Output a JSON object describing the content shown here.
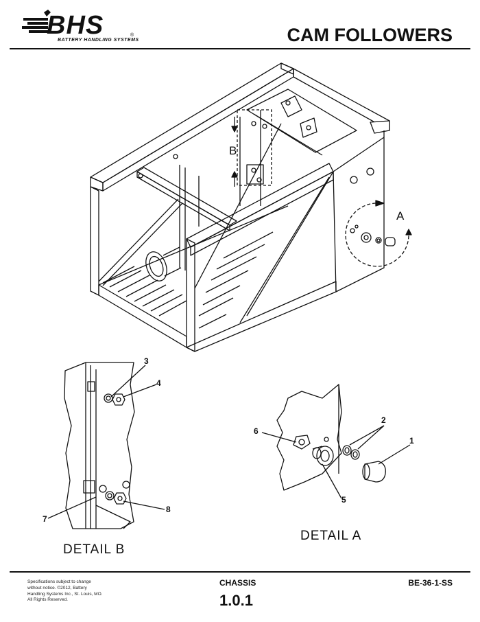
{
  "header": {
    "brand": "BHS",
    "brand_subtitle": "BATTERY HANDLING SYSTEMS",
    "trademark": "®",
    "title": "CAM FOLLOWERS"
  },
  "views": {
    "a": "A",
    "b": "B"
  },
  "details": {
    "a_label": "DETAIL  A",
    "b_label": "DETAIL  B"
  },
  "callouts": [
    "1",
    "2",
    "3",
    "4",
    "5",
    "6",
    "7",
    "8"
  ],
  "footer": {
    "note": "Specifications subject to change without notice. ©2012, Battery Handling Systems Inc., St. Louis, MO. All Rights Reserved.",
    "section": "CHASSIS",
    "page": "1.0.1",
    "code": "BE-36-1-SS"
  }
}
